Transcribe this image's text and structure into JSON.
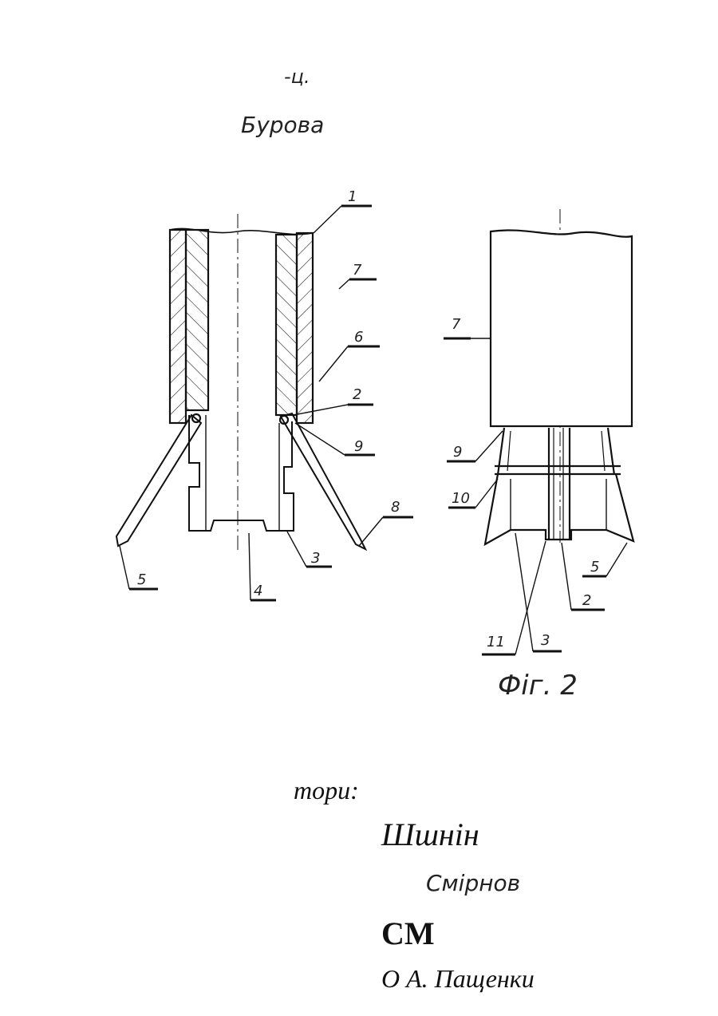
{
  "header": {
    "page_mark": "-ц.",
    "title_fragment": "Бурова"
  },
  "figure_left": {
    "callouts": [
      "1",
      "7",
      "6",
      "2",
      "9",
      "8",
      "3",
      "4",
      "5"
    ]
  },
  "figure_right": {
    "callouts": [
      "7",
      "9",
      "10",
      "5",
      "2",
      "3",
      "11"
    ],
    "caption": "Фіг. 2"
  },
  "authors": {
    "label": "тори:",
    "names": [
      "Шшнін",
      "Смірнов",
      "СМ",
      "О А. Пащенки"
    ]
  },
  "colors": {
    "ink": "#111111",
    "paper": "#ffffff"
  }
}
